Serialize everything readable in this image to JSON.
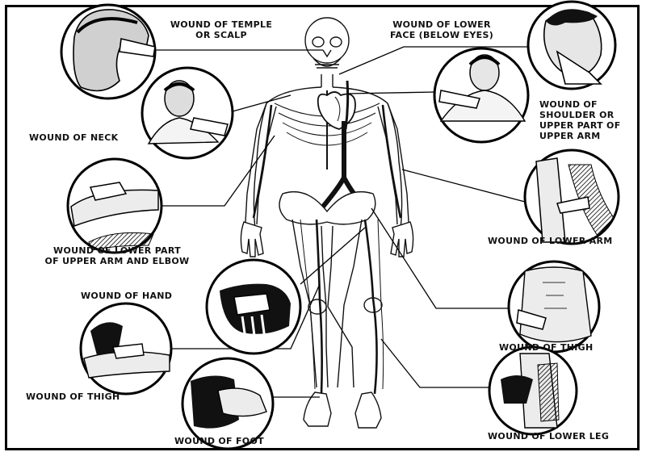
{
  "labels": {
    "temple": [
      "WOUND OF TEMPLE",
      "OR SCALP"
    ],
    "lower_face": [
      "WOUND OF LOWER",
      "FACE (BELOW EYES)"
    ],
    "neck": [
      "WOUND OF NECK"
    ],
    "shoulder": [
      "WOUND OF",
      "SHOULDER OR",
      "UPPER PART OF",
      "UPPER ARM"
    ],
    "elbow": [
      "WOUND OF LOWER PART",
      "OF UPPER ARM AND ELBOW"
    ],
    "lower_arm": [
      "WOUND OF LOWER ARM"
    ],
    "hand": [
      "WOUND OF HAND"
    ],
    "thigh_right": [
      "WOUND OF THIGH"
    ],
    "thigh_left": [
      "WOUND OF THIGH"
    ],
    "lower_leg": [
      "WOUND OF LOWER LEG"
    ],
    "foot": [
      "WOUND OF FOOT"
    ]
  }
}
